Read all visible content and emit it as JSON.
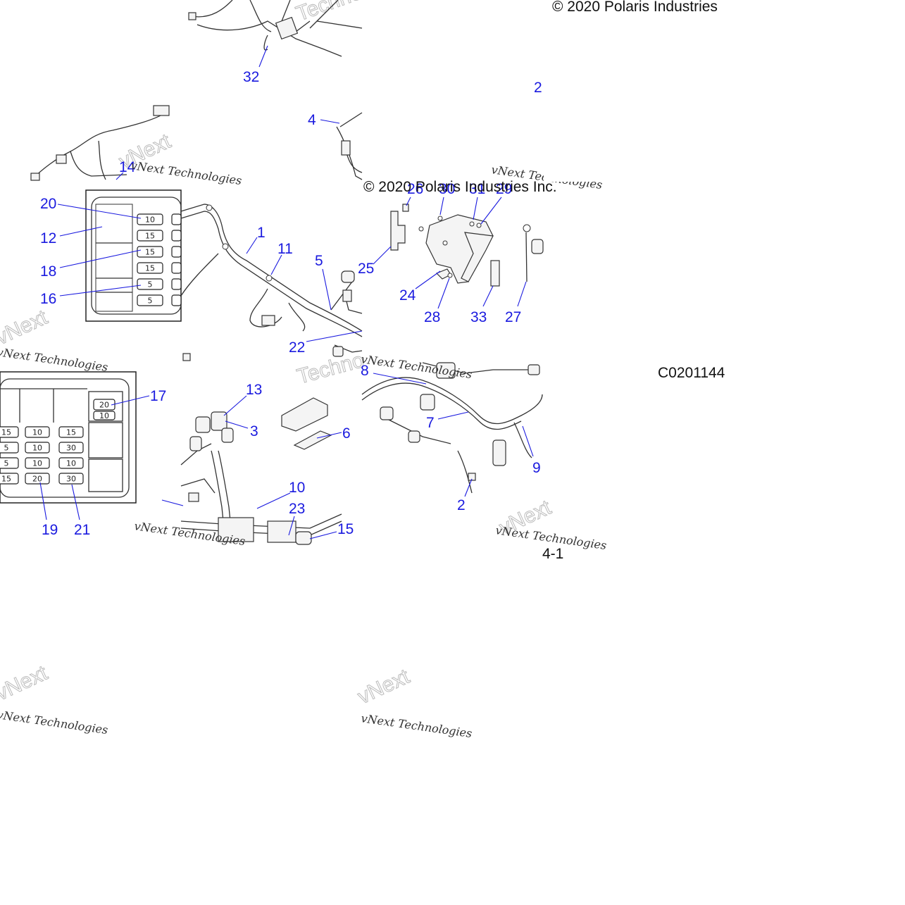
{
  "copyright_top": "© 2020 Polaris Industries",
  "copyright_mid": "© 2020 Polaris Industries Inc.",
  "figure_code": "C0201144",
  "page_ref": "4-1",
  "watermarks": {
    "script": "vNext Technologies",
    "big_a": "Techno",
    "big_b": "vNext"
  },
  "fuse_box_small": {
    "fuses": [
      "10",
      "15",
      "15",
      "15",
      "5",
      "5"
    ]
  },
  "fuse_box_large": {
    "top": [
      "20",
      "10"
    ],
    "col1": [
      "15",
      "5",
      "5",
      "15"
    ],
    "col2": [
      "10",
      "10",
      "10",
      "20"
    ],
    "col3": [
      "15",
      "30",
      "10",
      "30"
    ]
  },
  "callouts": [
    {
      "id": "c32",
      "text": "32"
    },
    {
      "id": "c2a",
      "text": "2"
    },
    {
      "id": "c4",
      "text": "4"
    },
    {
      "id": "c14",
      "text": "14"
    },
    {
      "id": "c26",
      "text": "26"
    },
    {
      "id": "c30",
      "text": "30"
    },
    {
      "id": "c31",
      "text": "31"
    },
    {
      "id": "c29",
      "text": "29"
    },
    {
      "id": "c20",
      "text": "20"
    },
    {
      "id": "c12",
      "text": "12"
    },
    {
      "id": "c18",
      "text": "18"
    },
    {
      "id": "c16",
      "text": "16"
    },
    {
      "id": "c1",
      "text": "1"
    },
    {
      "id": "c11",
      "text": "11"
    },
    {
      "id": "c5",
      "text": "5"
    },
    {
      "id": "c25",
      "text": "25"
    },
    {
      "id": "c24",
      "text": "24"
    },
    {
      "id": "c28",
      "text": "28"
    },
    {
      "id": "c33",
      "text": "33"
    },
    {
      "id": "c27",
      "text": "27"
    },
    {
      "id": "c22",
      "text": "22"
    },
    {
      "id": "c8",
      "text": "8"
    },
    {
      "id": "c17",
      "text": "17"
    },
    {
      "id": "c13",
      "text": "13"
    },
    {
      "id": "c3",
      "text": "3"
    },
    {
      "id": "c6",
      "text": "6"
    },
    {
      "id": "c7",
      "text": "7"
    },
    {
      "id": "c9",
      "text": "9"
    },
    {
      "id": "c10",
      "text": "10"
    },
    {
      "id": "c2b",
      "text": "2"
    },
    {
      "id": "c23",
      "text": "23"
    },
    {
      "id": "c19",
      "text": "19"
    },
    {
      "id": "c21",
      "text": "21"
    },
    {
      "id": "c15",
      "text": "15"
    }
  ]
}
